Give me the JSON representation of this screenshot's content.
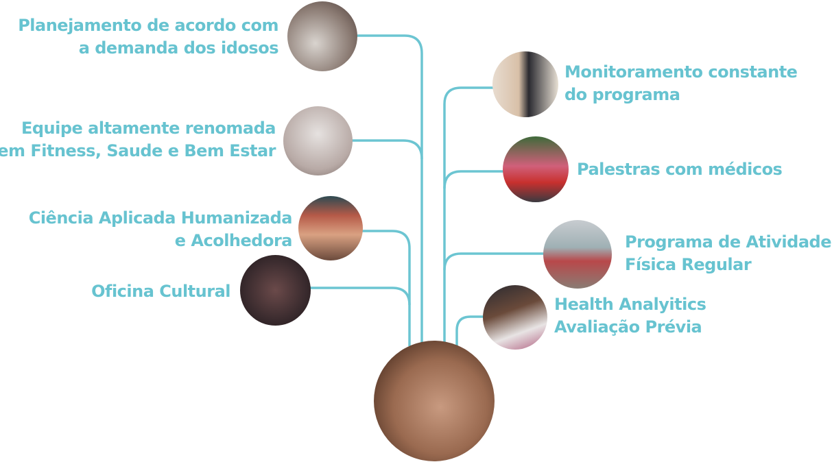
{
  "colors": {
    "accent": "#67c3d0",
    "line": "#6cc5d2"
  },
  "left_items": [
    {
      "line1": "Planejamento de acordo com",
      "line2": "a demanda dos idosos",
      "photo": "group-exercise-photo"
    },
    {
      "line1": "Equipe altamente renomada",
      "line2": "em Fitness, Saude e Bem Estar",
      "photo": "woman-exercising-photo"
    },
    {
      "line1": "Ciência Aplicada Humanizada",
      "line2": "e Acolhedora",
      "photo": "dance-class-photo"
    },
    {
      "line1": "Oficina Cultural",
      "line2": "",
      "photo": "video-call-photo"
    }
  ],
  "right_items": [
    {
      "line1": "Monitoramento constante",
      "line2": "do programa",
      "photo": "man-arms-raised-photo"
    },
    {
      "line1": "Palestras com médicos",
      "line2": "",
      "photo": "group-women-photo"
    },
    {
      "line1": "Programa de Atividade",
      "line2": "Física Regular",
      "photo": "couple-exercise-photo"
    },
    {
      "line1": "Health Analyitics",
      "line2": "Avaliação Prévia",
      "photo": "man-cap-photo"
    }
  ],
  "root_photo": "assessment-photo"
}
